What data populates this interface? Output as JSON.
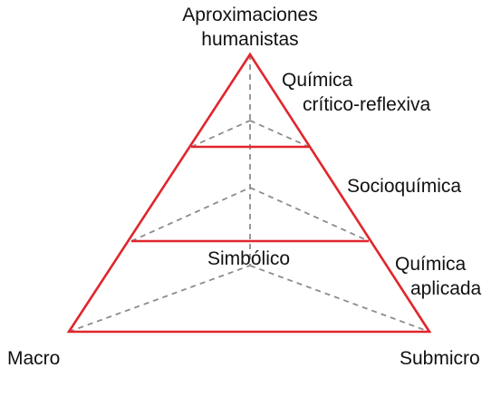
{
  "diagram": {
    "colors": {
      "outline": "#e0262c",
      "dashed": "#8c8c8c",
      "text": "#111111",
      "background": "#ffffff"
    },
    "labels": {
      "apex": [
        "Aproximaciones",
        "humanistas"
      ],
      "level_top": [
        "Química",
        "crítico-reflexiva"
      ],
      "level_middle": [
        "Socioquímica"
      ],
      "level_bottom": [
        "Química",
        "aplicada"
      ],
      "interior": "Simbólico",
      "corner_left": "Macro",
      "corner_right": "Submicro"
    }
  }
}
